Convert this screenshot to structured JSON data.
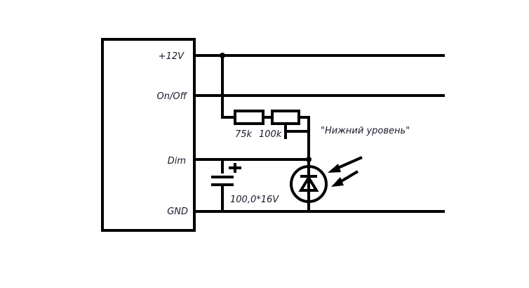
{
  "pins": {
    "v12": "+12V",
    "onoff": "On/Off",
    "dim": "Dim",
    "gnd": "GND"
  },
  "components": {
    "r1": "75k",
    "r2": "100k",
    "trim_label": "\"Нижний уровень\"",
    "capacitor": "100,0*16V"
  }
}
